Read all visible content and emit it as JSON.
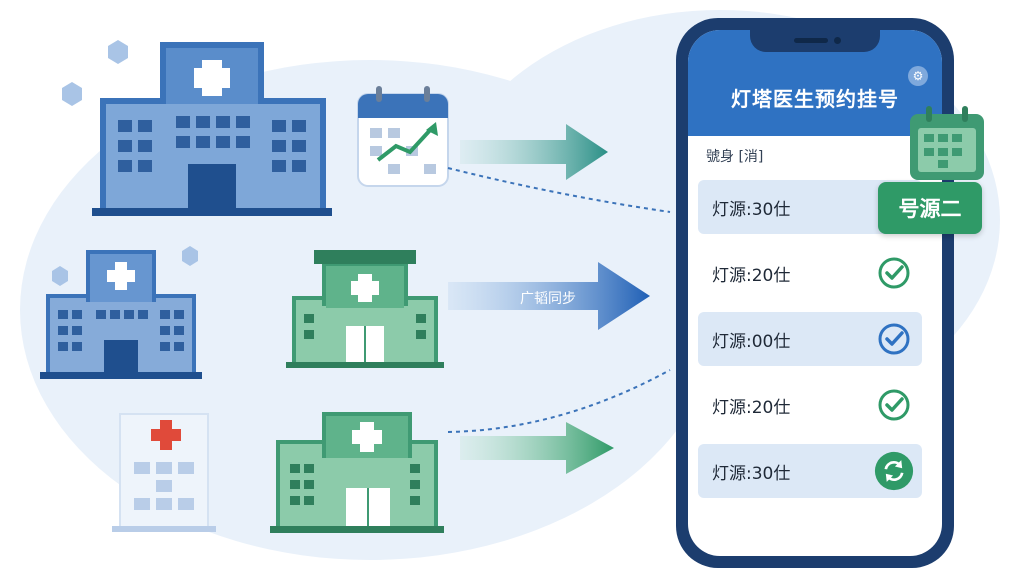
{
  "app": {
    "title": "灯塔医生预约挂号",
    "section_label": "號身 [消]",
    "badge": "号源二"
  },
  "sync_label": "广韬同步",
  "slots": [
    {
      "label": "灯源:30仕",
      "status": "none"
    },
    {
      "label": "灯源:20仕",
      "status": "check-green"
    },
    {
      "label": "灯源:00仕",
      "status": "check-blue"
    },
    {
      "label": "灯源:20仕",
      "status": "check-green"
    },
    {
      "label": "灯源:30仕",
      "status": "refresh"
    }
  ],
  "colors": {
    "blue": "#2f72c2",
    "green": "#2f9a67",
    "phone_frame": "#1c3d6e",
    "row_shade": "#dce8f6"
  },
  "icons": {
    "settings": "gear-icon",
    "calendar": "calendar-icon",
    "check": "check-circle-icon",
    "refresh": "refresh-icon"
  }
}
